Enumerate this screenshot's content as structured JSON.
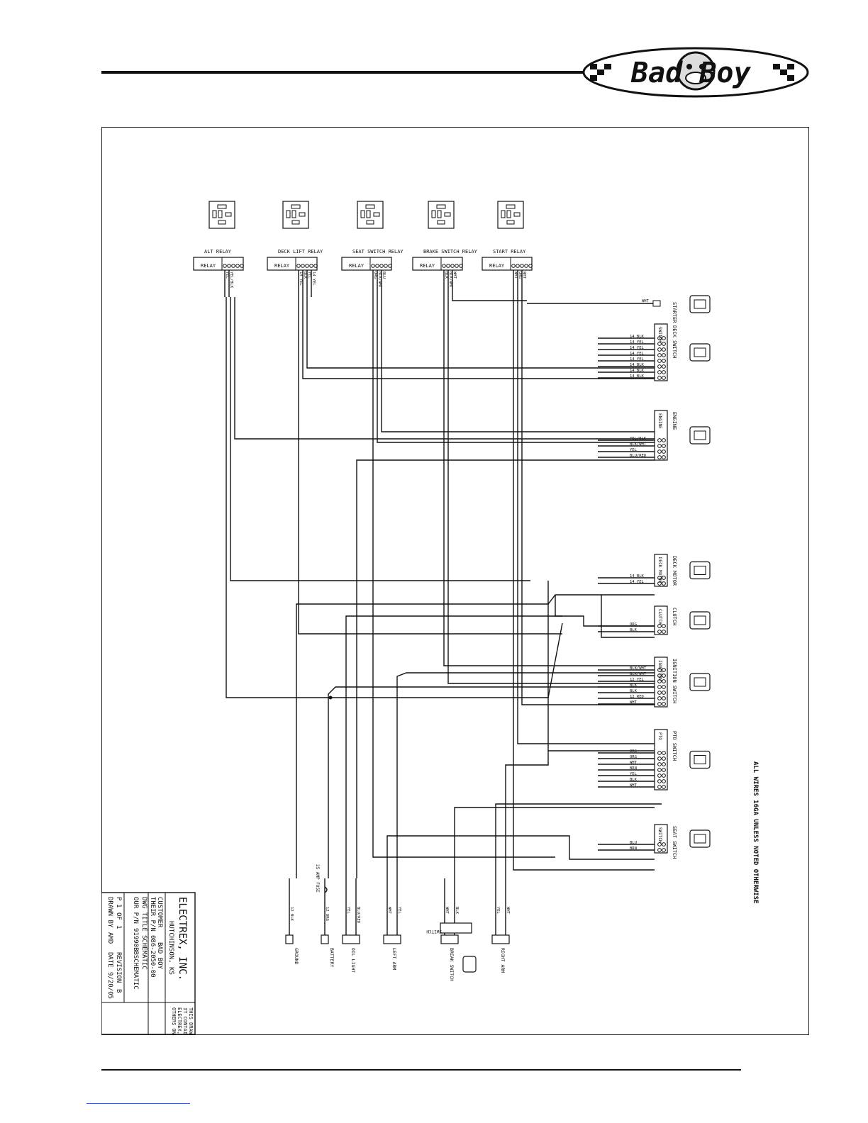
{
  "brand": {
    "logo_text": "Bad Boy"
  },
  "relays": [
    {
      "label": "ALT RELAY",
      "box_label": "RELAY",
      "wires": [
        "YEL",
        "YEL/BLK"
      ]
    },
    {
      "label": "DECK LIFT RELAY",
      "box_label": "RELAY",
      "wires": [
        "14 YEL",
        "BLK",
        "YEL",
        "14 YEL"
      ]
    },
    {
      "label": "SEAT SWITCH RELAY",
      "box_label": "RELAY",
      "wires": [
        "ORG",
        "BLK/WHT",
        "BLU"
      ]
    },
    {
      "label": "BRAKE SWITCH RELAY",
      "box_label": "RELAY",
      "wires": [
        "BLK",
        "BLK/WHT",
        "WHT"
      ]
    },
    {
      "label": "START RELAY",
      "box_label": "RELAY",
      "wires": [
        "WHT",
        "ORG",
        "WHT"
      ]
    }
  ],
  "right_components": [
    {
      "name": "STARTER",
      "wires": [
        "WHT"
      ]
    },
    {
      "name": "DECK SWITCH",
      "box_label": "SWITCH",
      "wires": [
        "14 BLK",
        "14 YEL",
        "14 YEL",
        "14 YEL",
        "14 YEL",
        "14 BLK",
        "14 BLK",
        "14 BLK"
      ]
    },
    {
      "name": "ENGINE",
      "box_label": "ENGINE",
      "wires": [
        "YEL/BLK",
        "BLK/WHT",
        "YEL",
        "BLU/RED"
      ]
    },
    {
      "name": "DECK MOTOR",
      "box_label": "DECK MOTOR",
      "wires": [
        "14 BLK",
        "14 YEL"
      ]
    },
    {
      "name": "CLUTCH",
      "box_label": "CLUTCH",
      "wires": [
        "ORG",
        "BLK"
      ]
    },
    {
      "name": "IGNITION SWITCH",
      "box_label": "IGNITION",
      "wires": [
        "BLK/WHT",
        "BLK/WHT",
        "12 YEL",
        "BLK",
        "BLK",
        "12 RED",
        "WHT"
      ]
    },
    {
      "name": "PTO SWITCH",
      "box_label": "PTO",
      "wires": [
        "ORG",
        "ORG",
        "WHT",
        "BRN",
        "YEL",
        "BLK",
        "WHT"
      ]
    },
    {
      "name": "SEAT SWITCH",
      "box_label": "SWITCH",
      "wires": [
        "BLU",
        "BRN"
      ]
    }
  ],
  "bottom_components": [
    {
      "name": "GROUND",
      "wires": [
        "12 BLK"
      ]
    },
    {
      "name": "BATTERY",
      "wires": [
        "12 ORG"
      ],
      "fuse": "25 AMP FUSE"
    },
    {
      "name": "OIL LIGHT",
      "wires": [
        "YEL",
        "BLU/RED"
      ]
    },
    {
      "name": "LEFT ARM",
      "wires": [
        "WHT",
        "YEL"
      ]
    },
    {
      "name": "BREAK SWITCH",
      "box_label": "SWITCH",
      "wires": [
        "WHT",
        "BLK"
      ]
    },
    {
      "name": "RIGHT ARM",
      "wires": [
        "YEL",
        "WHT"
      ]
    }
  ],
  "note": "ALL WIRES 16GA UNLESS NOTED OTHERWISE",
  "title_block": {
    "company": "ELECTREX, INC.",
    "location": "HUTCHINSON, KS",
    "customer_label": "CUSTOMER",
    "customer": "BAD BOY",
    "their_pn_label": "THEIR P/N",
    "their_pn": "086-2050-00",
    "dwg_title_label": "DWG TITLE",
    "dwg_title": "SCHEMATIC",
    "our_pn_label": "OUR P/N",
    "our_pn": "91990BBSCHEMATIC",
    "page_label": "P",
    "page": "1",
    "of_label": "OF",
    "page_total": "1",
    "drawn_label": "DRAWN BY",
    "drawn_by": "AMD",
    "revision_label": "REVISION",
    "revision": "B",
    "date_label": "DATE",
    "date": "9/20/05",
    "disclaimer": [
      "THIS DRAWING AND THE INFORMATION",
      "IT CONTAINS ARE THE PROPERTY OF",
      "ELECTREX, INC. AND MAY BE USED BY",
      "OTHERS ONLY AS AUTHORIZED BY US."
    ]
  }
}
